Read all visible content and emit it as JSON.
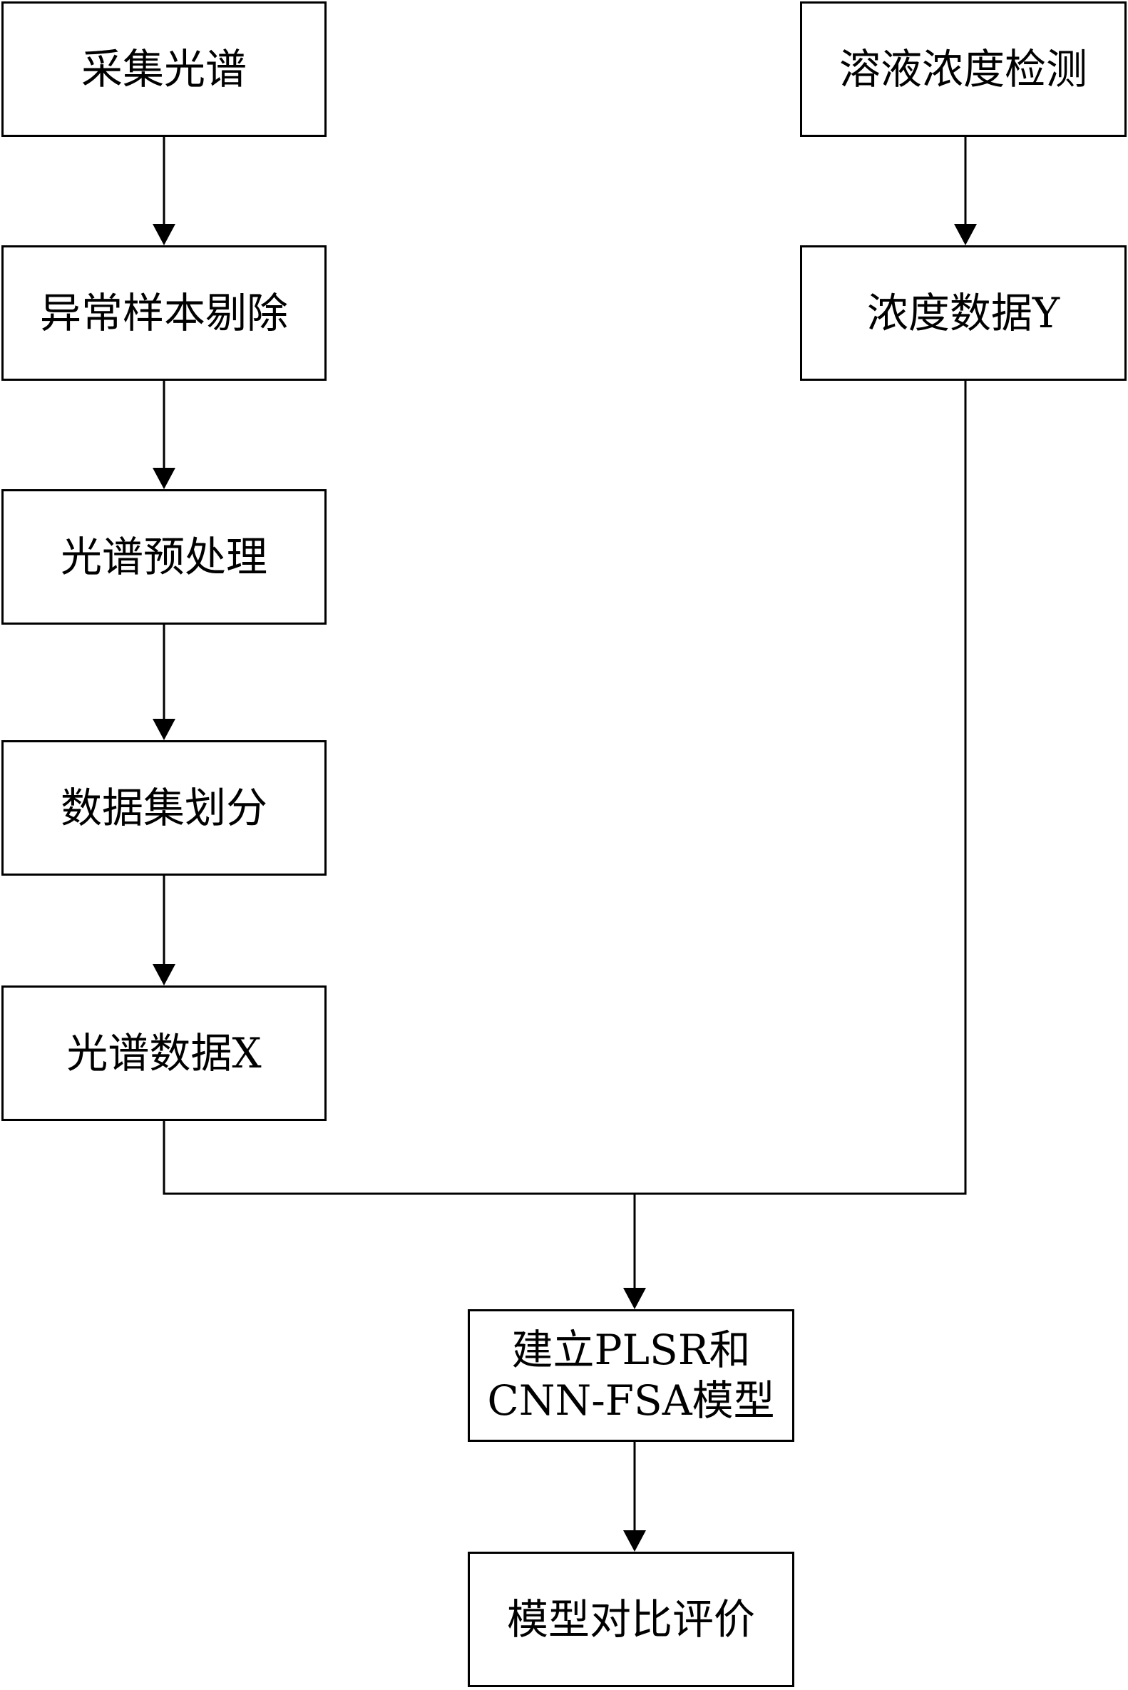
{
  "diagram": {
    "type": "flowchart",
    "colors": {
      "stroke": "#000000",
      "background": "#ffffff",
      "text": "#000000"
    },
    "nodes": {
      "collect_spectra": "采集光谱",
      "outlier_removal": "异常样本剔除",
      "preprocessing": "光谱预处理",
      "dataset_split": "数据集划分",
      "spectral_data_x": "光谱数据X",
      "concentration_detection": "溶液浓度检测",
      "concentration_data_y": "浓度数据Y",
      "build_model_line1": "建立PLSR和",
      "build_model_line2": "CNN-FSA模型",
      "model_evaluation": "模型对比评价"
    },
    "edges": [
      [
        "collect_spectra",
        "outlier_removal"
      ],
      [
        "outlier_removal",
        "preprocessing"
      ],
      [
        "preprocessing",
        "dataset_split"
      ],
      [
        "dataset_split",
        "spectral_data_x"
      ],
      [
        "concentration_detection",
        "concentration_data_y"
      ],
      [
        "spectral_data_x",
        "build_model"
      ],
      [
        "concentration_data_y",
        "build_model"
      ],
      [
        "build_model",
        "model_evaluation"
      ]
    ]
  }
}
